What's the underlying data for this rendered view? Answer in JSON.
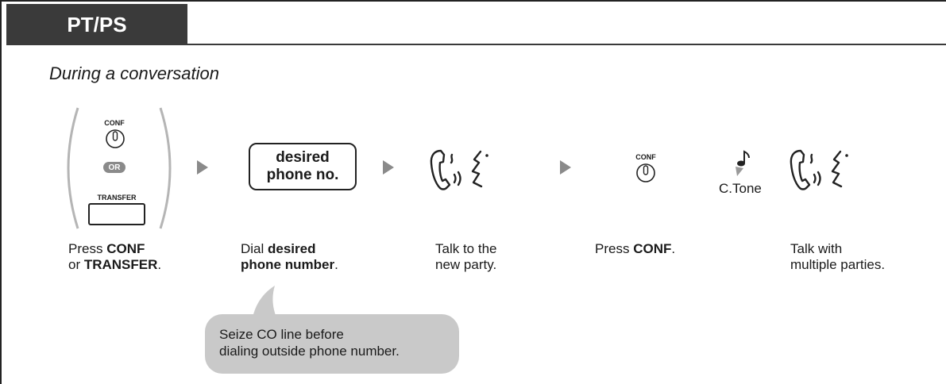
{
  "header": {
    "tab_label": "PT/PS"
  },
  "subtitle": "During a conversation",
  "option_labels": {
    "conf": "CONF",
    "or": "OR",
    "transfer": "TRANSFER"
  },
  "dial_box": {
    "line1": "desired",
    "line2": "phone no."
  },
  "tone_label": "C.Tone",
  "steps": [
    {
      "line1_pre": "Press ",
      "line1_bold": "CONF",
      "line2_pre": "or ",
      "line2_bold": "TRANSFER",
      "line2_post": "."
    },
    {
      "line1_pre": "Dial ",
      "line1_bold": "desired",
      "line2_bold": "phone number",
      "line2_post": "."
    },
    {
      "line1": "Talk to the",
      "line2": "new party."
    },
    {
      "line1_pre": "Press ",
      "line1_bold": "CONF",
      "line1_post": "."
    },
    {
      "line1": "Talk with",
      "line2": "multiple parties."
    }
  ],
  "note": {
    "line1": "Seize CO line before",
    "line2": "dialing outside phone number."
  },
  "colors": {
    "header_bg": "#3a3a3a",
    "arrow": "#8a8a8a",
    "bubble": "#c9c9c9",
    "bracket": "#b5b5b5"
  },
  "icons": [
    "conf-button-icon",
    "transfer-button-icon",
    "arrow-right-icon",
    "handset-talk-icon",
    "music-note-icon"
  ]
}
